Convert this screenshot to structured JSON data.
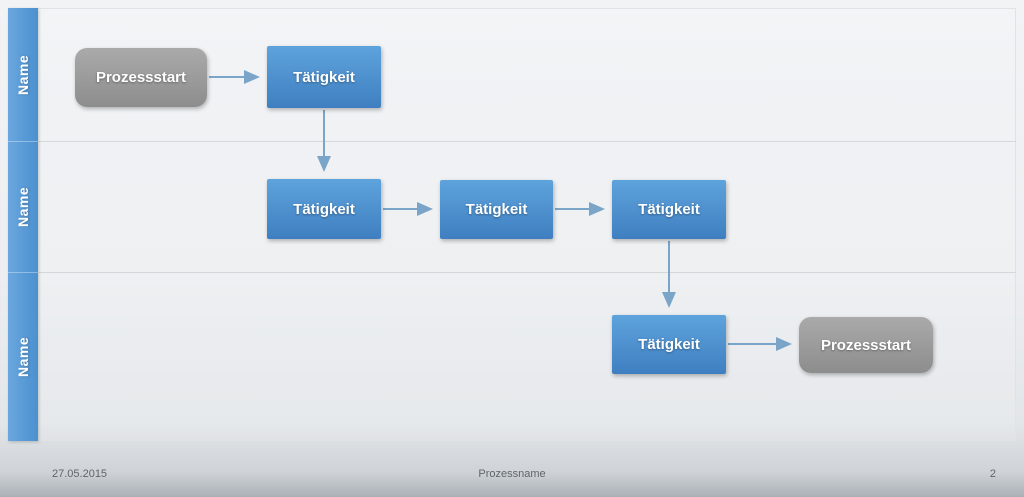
{
  "slide": {
    "footer": {
      "date": "27.05.2015",
      "title": "Prozessname",
      "page": "2"
    }
  },
  "lanes": [
    {
      "label": "Name"
    },
    {
      "label": "Name"
    },
    {
      "label": "Name"
    }
  ],
  "nodes": {
    "start": {
      "label": "Prozessstart",
      "shape": "terminator"
    },
    "t1": {
      "label": "Tätigkeit",
      "shape": "activity"
    },
    "t2": {
      "label": "Tätigkeit",
      "shape": "activity"
    },
    "t3": {
      "label": "Tätigkeit",
      "shape": "activity"
    },
    "t4": {
      "label": "Tätigkeit",
      "shape": "activity"
    },
    "t5": {
      "label": "Tätigkeit",
      "shape": "activity"
    },
    "end": {
      "label": "Prozessstart",
      "shape": "terminator"
    }
  },
  "colors": {
    "activity_top": "#5ea3dc",
    "activity_bottom": "#3f7fc1",
    "terminator_top": "#aaaaaa",
    "terminator_bottom": "#8d8d8d",
    "lane_bar_left": "#6aa7de",
    "lane_bar_right": "#4b90cf",
    "arrow": "#7aa5c8",
    "divider": "#d4d8db",
    "footer_text": "#5f6569"
  }
}
